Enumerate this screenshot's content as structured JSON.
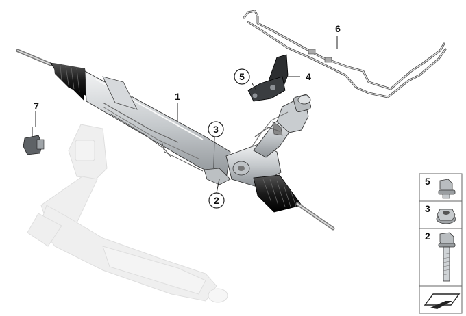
{
  "callouts": {
    "p1": "1",
    "p2": "2",
    "p3": "3",
    "p4": "4",
    "p5": "5",
    "p6": "6",
    "p7": "7"
  },
  "legend": {
    "row_5": "5",
    "row_3": "3",
    "row_2": "2"
  },
  "icons": [
    "bolt-icon",
    "nut-icon",
    "screw-icon",
    "arrow-icon"
  ],
  "colors": {
    "line": "#222222",
    "metal": "#cfd3d6",
    "ghost": "#d8d8d8",
    "boot": "#1a1a1a"
  }
}
